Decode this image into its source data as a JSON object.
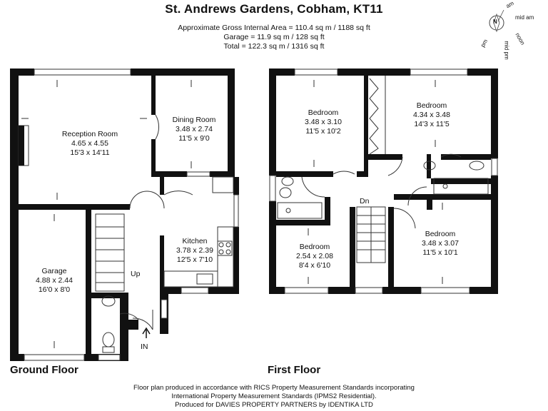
{
  "header": {
    "title": "St. Andrews Gardens, Cobham, KT11",
    "area_lines": [
      "Approximate Gross Internal Area = 110.4 sq m / 1188 sq ft",
      "Garage = 11.9 sq m / 128 sq ft",
      "Total = 122.3 sq m / 1316 sq ft"
    ]
  },
  "compass": {
    "north": "N",
    "labels": [
      "am",
      "mid am",
      "noon",
      "mid pm",
      "pm"
    ]
  },
  "ground_floor": {
    "label": "Ground Floor",
    "rooms": [
      {
        "name": "Reception Room",
        "metric": "4.65 x 4.55",
        "imperial": "15'3 x 14'11"
      },
      {
        "name": "Dining Room",
        "metric": "3.48 x 2.74",
        "imperial": "11'5 x 9'0"
      },
      {
        "name": "Kitchen",
        "metric": "3.78 x 2.39",
        "imperial": "12'5 x 7'10"
      },
      {
        "name": "Garage",
        "metric": "4.88 x 2.44",
        "imperial": "16'0 x 8'0"
      }
    ],
    "stairs_label": "Up",
    "entrance_label": "IN"
  },
  "first_floor": {
    "label": "First Floor",
    "rooms": [
      {
        "name": "Bedroom",
        "metric": "3.48 x 3.10",
        "imperial": "11'5 x 10'2"
      },
      {
        "name": "Bedroom",
        "metric": "4.34 x 3.48",
        "imperial": "14'3 x 11'5"
      },
      {
        "name": "Bedroom",
        "metric": "2.54 x 2.08",
        "imperial": "8'4 x 6'10"
      },
      {
        "name": "Bedroom",
        "metric": "3.48 x 3.07",
        "imperial": "11'5 x 10'1"
      }
    ],
    "stairs_label": "Dn"
  },
  "footer": {
    "lines": [
      "Floor plan produced in accordance with RICS Property Measurement Standards incorporating",
      "International Property Measurement Standards (IPMS2 Residential).",
      "Produced for DAVIES PROPERTY PARTNERS by IDENTIKA LTD"
    ]
  }
}
